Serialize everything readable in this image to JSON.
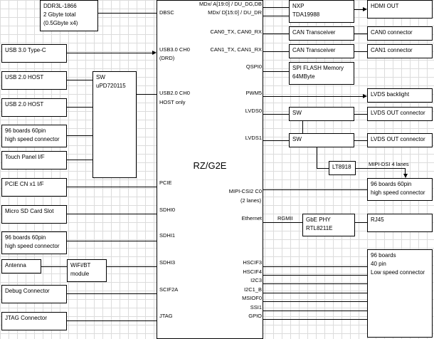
{
  "soc": {
    "name": "RZ/G2E"
  },
  "left_boxes": {
    "ddr": [
      "DDR3L-1866",
      "2 Gbyte total",
      "(0.5Gbyte x4)"
    ],
    "usb3": "USB 3.0 Type-C",
    "usb2_a": "USB 2.0 HOST",
    "usb2_b": "USB 2.0 HOST",
    "sw": [
      "SW",
      "uPD720115"
    ],
    "hs1": [
      "96 boards 60pin",
      "high speed connector"
    ],
    "touch": "Touch Panel I/F",
    "pcie": "PCIE CN x1 I/F",
    "sd": "Micro SD Card Slot",
    "hs2": [
      "96 boards 60pin",
      "high speed connector"
    ],
    "antenna": "Antenna",
    "wifi": [
      "WiFi/BT",
      "module"
    ],
    "debug": "Debug Connector",
    "jtag": "JTAG Connector"
  },
  "soc_left_labels": {
    "dbsc": "DBSC",
    "usb3": "USB3.0 CH0",
    "drd": "(DRD)",
    "usb2": "USB2.0 CH0",
    "host_only": "HOST only",
    "pcie": "PCIE",
    "sdhi0": "SDHI0",
    "sdhi1": "SDHI1",
    "sdhi3": "SDHI3",
    "scif2a": "SCIF2A",
    "jtag": "JTAG"
  },
  "soc_right_labels": {
    "mdx_a": "MDx/ A[19:0] / DU_DG,DB",
    "mdx_d": "MDx/ D[15:0] / DU_DR",
    "can0": "CAN0_TX, CAN0_RX",
    "can1": "CAN1_TX, CAN1_RX",
    "qspi": "QSPI0",
    "pwm": "PWM5",
    "lvds0": "LVDS0",
    "lvds1": "LVDS1",
    "mipi_csi": "MIPI-CSI2 C0",
    "lanes2": "(2 lanes)",
    "ethernet": "Ethernet",
    "rgmii": "RGMII",
    "hscif3": "HSCIF3",
    "hscif4": "HSCIF4",
    "i2c3": "I2C3",
    "i2c1b": "I2C1_B",
    "msiof0": "MSIOF0",
    "ssi1": "SSI1",
    "gpio": "GPIO",
    "mipi_dsi": "MIPI-DSI 4 lanes"
  },
  "right_boxes": {
    "nxp": [
      "NXP",
      "TDA19988"
    ],
    "hdmi": "HDMI OUT",
    "can_tr0": "CAN Transceiver",
    "can_conn0": "CAN0 connector",
    "can_tr1": "CAN Transceiver",
    "can_conn1": "CAN1 connector",
    "spi": [
      "SPI FLASH Memory",
      "64MByte"
    ],
    "lvds_bl": "LVDS backlight",
    "sw1": "SW",
    "lvds_out1": "LVDS OUT connector",
    "sw2": "SW",
    "lvds_out2": "LVDS OUT connector",
    "lt": "LT8918",
    "hs3": [
      "96 boards 60pin",
      "high speed connector"
    ],
    "gbe": [
      "GbE PHY",
      "RTL8211E"
    ],
    "rj45": "RJ45",
    "ls": [
      "96 boards",
      "40 pin",
      "Low speed connector"
    ]
  }
}
